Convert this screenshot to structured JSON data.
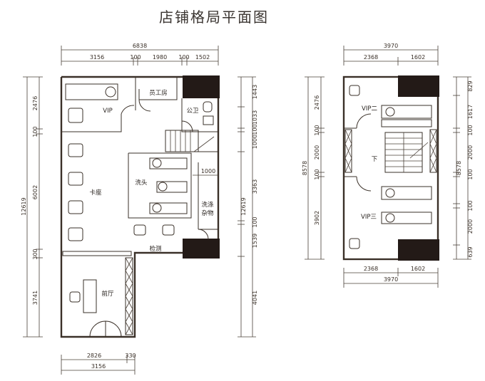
{
  "title": "店铺格局平面图",
  "plan1": {
    "dim_top_total": "6838",
    "dim_top_segments": [
      "3156",
      "100",
      "1980",
      "100",
      "1502"
    ],
    "dim_left_total": "12619",
    "dim_left_segments": [
      "2476",
      "100",
      "6002",
      "300",
      "3741"
    ],
    "dim_right_total": "12619",
    "dim_right_segments": [
      "1443",
      "1033",
      "100",
      "1000",
      "3363",
      "100",
      "1539",
      "4041"
    ],
    "dim_bottom_segments": [
      "2826",
      "330"
    ],
    "dim_bottom_total": "3156",
    "dim_inner": "1000",
    "rooms": {
      "vip": "VIP",
      "staff": "员工房",
      "wc": "公卫",
      "card": "卡座",
      "wash": "洗头",
      "storage_1": "洗涤",
      "storage_2": "杂物",
      "inspect": "检测",
      "lobby": "前厅"
    }
  },
  "plan2": {
    "dim_top_total": "3970",
    "dim_top_segments": [
      "2368",
      "1602"
    ],
    "dim_left_total": "8578",
    "dim_left_segments": [
      "2476",
      "100",
      "2000",
      "100",
      "3902"
    ],
    "dim_right_total": "8578",
    "dim_right_segments": [
      "829",
      "1617",
      "100",
      "2000",
      "100",
      "100",
      "2000",
      "639"
    ],
    "dim_bottom_segments": [
      "2368",
      "1602"
    ],
    "dim_bottom_total": "3970",
    "rooms": {
      "vip2": "VIP二",
      "vip3": "VIP三",
      "stair_down": "下"
    }
  }
}
